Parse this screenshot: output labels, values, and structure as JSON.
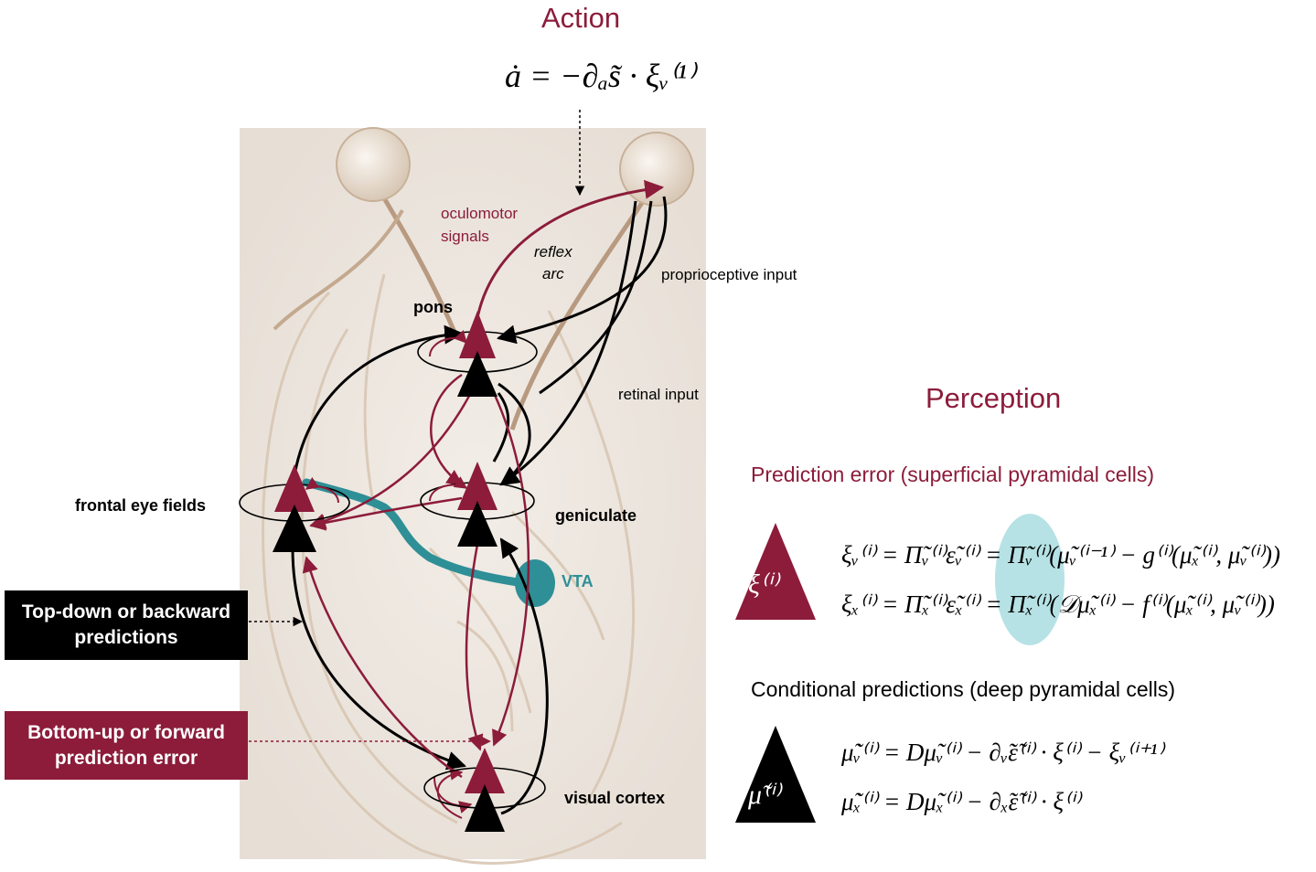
{
  "action": {
    "title": "Action",
    "equation": "ȧ = −∂ₐs̃ · ξᵥ⁽¹⁾"
  },
  "labels": {
    "oculomotor_line1": "oculomotor",
    "oculomotor_line2": "signals",
    "reflex_line1": "reflex",
    "reflex_line2": "arc",
    "proprioceptive": "proprioceptive input",
    "pons": "pons",
    "retinal": "retinal input",
    "frontal_eye_fields": "frontal eye fields",
    "geniculate": "geniculate",
    "vta": "VTA",
    "visual_cortex": "visual cortex"
  },
  "legend": {
    "top_down_line1": "Top-down or backward",
    "top_down_line2": "predictions",
    "bottom_up_line1": "Bottom-up or forward",
    "bottom_up_line2": "prediction error"
  },
  "perception": {
    "title": "Perception",
    "prediction_error_heading": "Prediction error (superficial pyramidal cells)",
    "xi_symbol": "ξ⁽ⁱ⁾",
    "pe_eq1": "ξᵥ⁽ⁱ⁾ = Π̃ᵥ⁽ⁱ⁾ε̃ᵥ⁽ⁱ⁾ = Π̃ᵥ⁽ⁱ⁾(μ̃ᵥ⁽ⁱ⁻¹⁾ − g⁽ⁱ⁾(μ̃ₓ⁽ⁱ⁾, μ̃ᵥ⁽ⁱ⁾))",
    "pe_eq2": "ξₓ⁽ⁱ⁾ = Π̃ₓ⁽ⁱ⁾ε̃ₓ⁽ⁱ⁾ = Π̃ₓ⁽ⁱ⁾(𝒟μ̃ₓ⁽ⁱ⁾ − f⁽ⁱ⁾(μ̃ₓ⁽ⁱ⁾, μ̃ᵥ⁽ⁱ⁾))",
    "conditional_heading": "Conditional predictions (deep pyramidal cells)",
    "mu_symbol": "μ̃⁽ⁱ⁾",
    "cp_eq1": "μ̃̇ᵥ⁽ⁱ⁾ = Dμ̃ᵥ⁽ⁱ⁾ − ∂ᵥ̃ε̃⁽ⁱ⁾ · ξ⁽ⁱ⁾ − ξᵥ⁽ⁱ⁺¹⁾",
    "cp_eq2": "μ̃̇ₓ⁽ⁱ⁾ = Dμ̃ₓ⁽ⁱ⁾ − ∂ₓ̃ε̃⁽ⁱ⁾ · ξ⁽ⁱ⁾"
  },
  "colors": {
    "maroon": "#8c1c3a",
    "black": "#000000",
    "teal": "#2f8f96",
    "light_teal": "#a9dde0",
    "brain_bg": "#efe9e2",
    "anatomy": "#d6c3b0"
  }
}
